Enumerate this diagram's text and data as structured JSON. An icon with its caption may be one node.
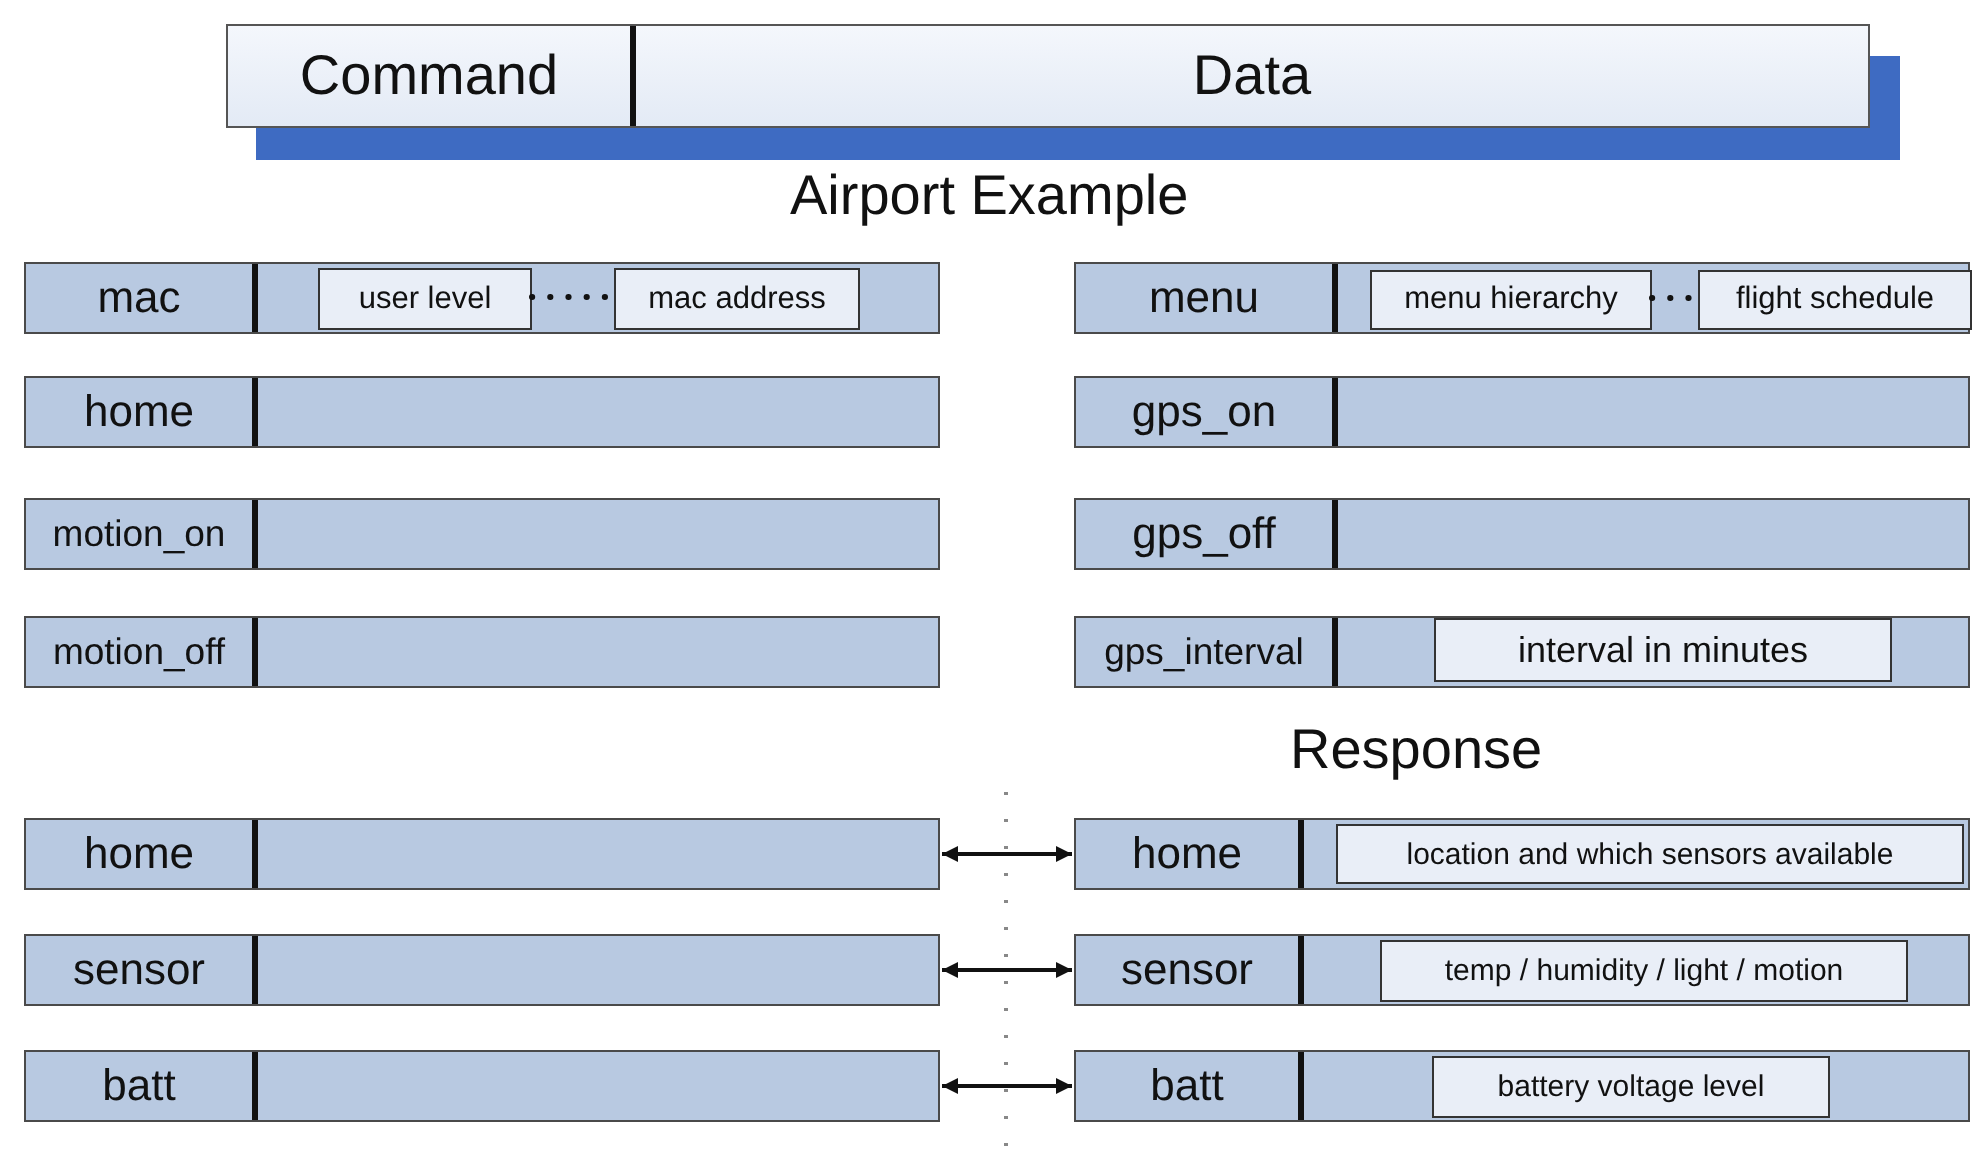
{
  "diagram": {
    "nodes": [
      {
        "text": [
          "Command",
          "Data"
        ]
      },
      {
        "text": [
          "mac"
        ]
      },
      {
        "text": [
          "user level"
        ],
        "in": 1
      },
      {
        "text": [
          "mac address"
        ],
        "in": 1
      },
      {
        "text": [
          "menu"
        ]
      },
      {
        "text": [
          "menu hierarchy"
        ],
        "in": 4
      },
      {
        "text": [
          "flight schedule"
        ],
        "in": 4
      },
      {
        "text": [
          "home"
        ]
      },
      {
        "text": [
          "gps_on"
        ]
      },
      {
        "text": [
          "motion_on"
        ]
      },
      {
        "text": [
          "gps_off"
        ]
      },
      {
        "text": [
          "motion_off"
        ]
      },
      {
        "text": [
          "gps_interval"
        ]
      },
      {
        "text": [
          "interval in minutes"
        ],
        "in": 12
      },
      {
        "text": [
          "home"
        ]
      },
      {
        "text": [
          "home"
        ]
      },
      {
        "text": [
          "location and which sensors available"
        ],
        "in": 15
      },
      {
        "text": [
          "sensor"
        ]
      },
      {
        "text": [
          "sensor"
        ]
      },
      {
        "text": [
          "temp / humidity / light / motion"
        ],
        "in": 18
      },
      {
        "text": [
          "batt"
        ]
      },
      {
        "text": [
          "batt"
        ]
      },
      {
        "text": [
          "battery voltage level"
        ],
        "in": 21
      }
    ],
    "edges": [
      {
        "from": 2,
        "to": 3,
        "arrow": "none",
        "style": "dashed"
      },
      {
        "from": 5,
        "to": 6,
        "arrow": "none",
        "style": "dashed"
      },
      {
        "from": 14,
        "to": 15,
        "arrow": "both"
      },
      {
        "from": 17,
        "to": 18,
        "arrow": "both"
      },
      {
        "from": 20,
        "to": 21,
        "arrow": "both"
      }
    ],
    "labels": [
      "Airport Example",
      "Response"
    ]
  }
}
